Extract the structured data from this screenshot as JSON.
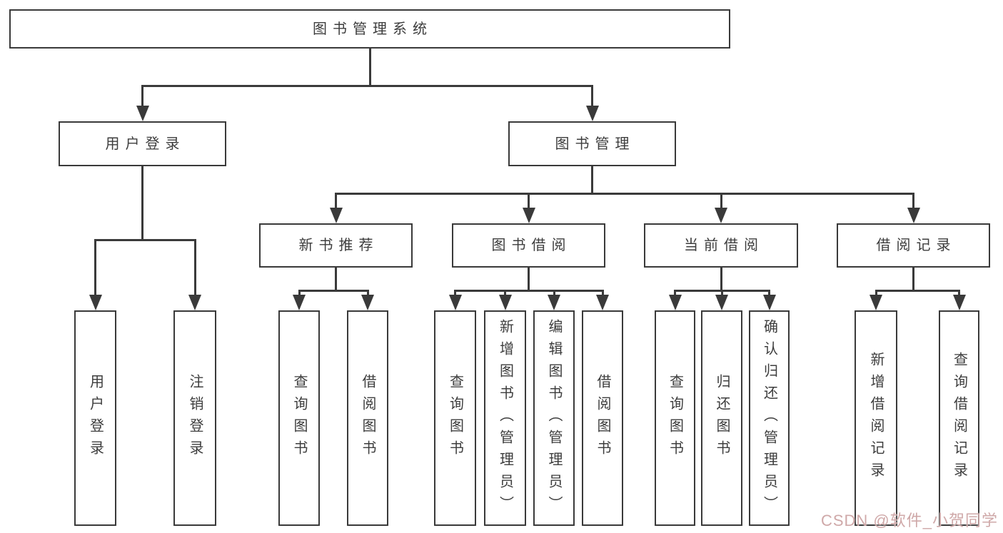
{
  "title": "图书管理系统",
  "watermark": "CSDN @软件_小贺同学",
  "colors": {
    "background": "#ffffff",
    "line": "#3a3a3a",
    "box_border": "#3a3a3a",
    "text": "#3d3d3d",
    "watermark": "#cfa8a8"
  },
  "nodes": [
    {
      "id": "root",
      "label": "图书管理系统",
      "parent": null,
      "orientation": "horizontal"
    },
    {
      "id": "user-login",
      "label": "用户登录",
      "parent": "root",
      "orientation": "horizontal"
    },
    {
      "id": "book-mgmt",
      "label": "图书管理",
      "parent": "root",
      "orientation": "horizontal"
    },
    {
      "id": "login-action",
      "label": "用户登录",
      "parent": "user-login",
      "orientation": "vertical"
    },
    {
      "id": "logout-action",
      "label": "注销登录",
      "parent": "user-login",
      "orientation": "vertical"
    },
    {
      "id": "new-book-rec",
      "label": "新书推荐",
      "parent": "book-mgmt",
      "orientation": "horizontal"
    },
    {
      "id": "book-borrow",
      "label": "图书借阅",
      "parent": "book-mgmt",
      "orientation": "horizontal"
    },
    {
      "id": "current-borrow",
      "label": "当前借阅",
      "parent": "book-mgmt",
      "orientation": "horizontal"
    },
    {
      "id": "borrow-records",
      "label": "借阅记录",
      "parent": "book-mgmt",
      "orientation": "horizontal"
    },
    {
      "id": "rec-query-book",
      "label": "查询图书",
      "parent": "new-book-rec",
      "orientation": "vertical"
    },
    {
      "id": "rec-borrow-book",
      "label": "借阅图书",
      "parent": "new-book-rec",
      "orientation": "vertical"
    },
    {
      "id": "bb-query-book",
      "label": "查询图书",
      "parent": "book-borrow",
      "orientation": "vertical"
    },
    {
      "id": "bb-add-book",
      "label": "新增图书（管理员）",
      "parent": "book-borrow",
      "orientation": "vertical"
    },
    {
      "id": "bb-edit-book",
      "label": "编辑图书（管理员）",
      "parent": "book-borrow",
      "orientation": "vertical"
    },
    {
      "id": "bb-borrow-book",
      "label": "借阅图书",
      "parent": "book-borrow",
      "orientation": "vertical"
    },
    {
      "id": "cb-query-book",
      "label": "查询图书",
      "parent": "current-borrow",
      "orientation": "vertical"
    },
    {
      "id": "cb-return-book",
      "label": "归还图书",
      "parent": "current-borrow",
      "orientation": "vertical"
    },
    {
      "id": "cb-confirm-return",
      "label": "确认归还（管理员）",
      "parent": "current-borrow",
      "orientation": "vertical"
    },
    {
      "id": "br-add-record",
      "label": "新增借阅记录",
      "parent": "borrow-records",
      "orientation": "vertical"
    },
    {
      "id": "br-query-record",
      "label": "查询借阅记录",
      "parent": "borrow-records",
      "orientation": "vertical"
    }
  ]
}
